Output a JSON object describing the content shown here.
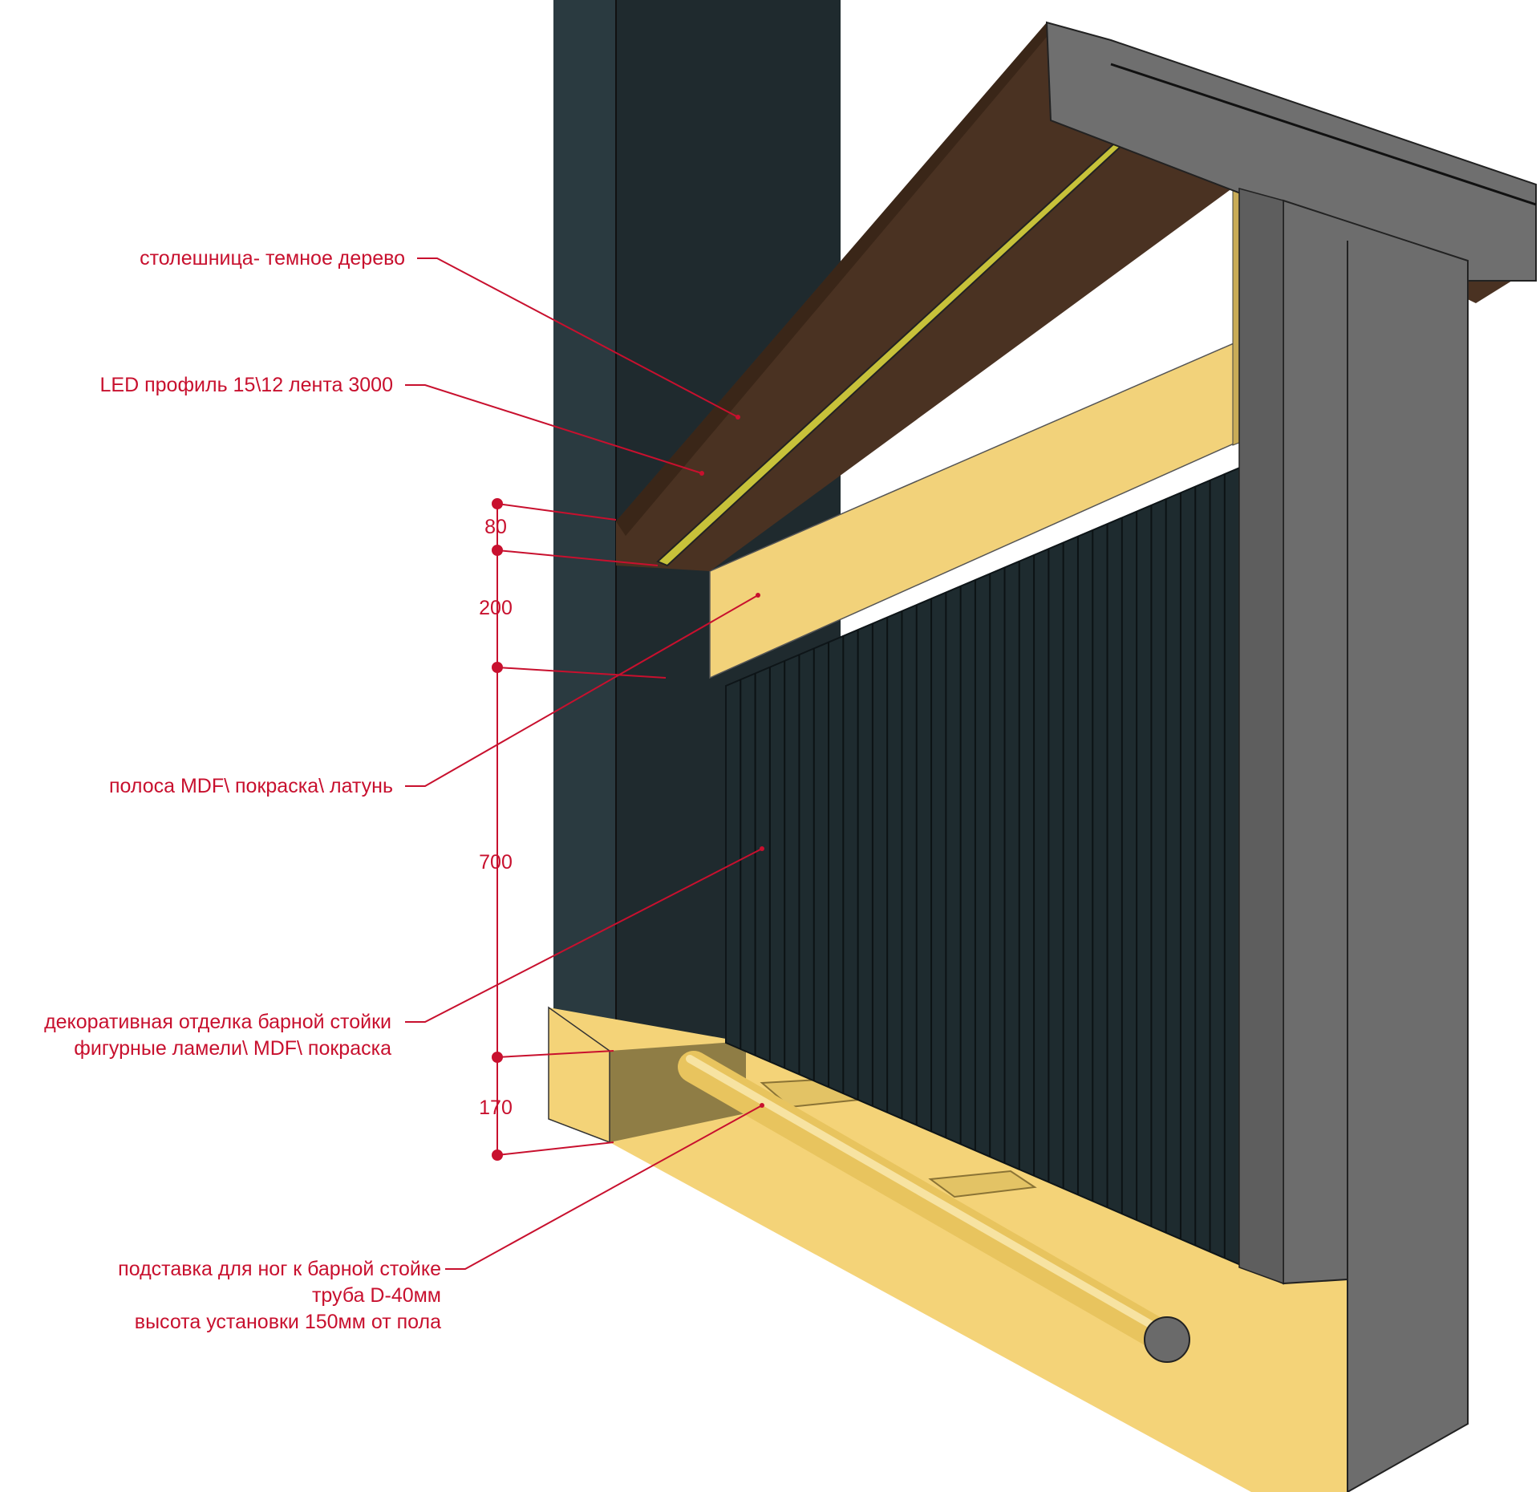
{
  "callouts": {
    "countertop": "столешница- темное дерево",
    "led": "LED профиль 15\\12 лента 3000",
    "strip": "полоса MDF\\ покраска\\ латунь",
    "decor_line1": "декоративная отделка барной стойки",
    "decor_line2": "фигурные ламели\\ MDF\\ покраска",
    "footrest_line1": "подставка для ног к барной стойке",
    "footrest_line2": "труба D-40мм",
    "footrest_line3": "высота установки 150мм от пола"
  },
  "dimensions": {
    "top": "80",
    "strip": "200",
    "panel": "700",
    "plinth": "170"
  },
  "colors": {
    "annotation": "#c8102e",
    "column_dark": "#1f2a2e",
    "column_side": "#2a3a40",
    "wood": "#4a3222",
    "brass": "#f2d27a",
    "brass_shade": "#8f7d45",
    "frame_grey": "#6f6f6f",
    "slat": "#1e2b2f"
  }
}
